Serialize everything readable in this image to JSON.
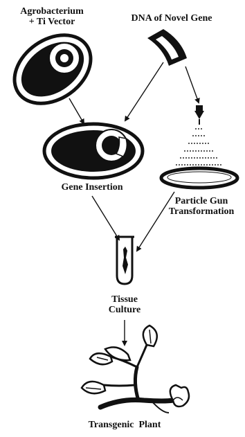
{
  "labels": {
    "agrobacterium_line1": "Agrobacterium",
    "agrobacterium_line2": "+ Ti Vector",
    "dna": "DNA of Novel Gene",
    "gene_insertion": "Gene Insertion",
    "particle_gun_line1": "Particle Gun",
    "particle_gun_line2": "Transformation",
    "tissue_line1": "Tissue",
    "tissue_line2": "Culture",
    "plant": "Transgenic  Plant"
  },
  "colors": {
    "ink": "#111111",
    "background": "#ffffff"
  }
}
